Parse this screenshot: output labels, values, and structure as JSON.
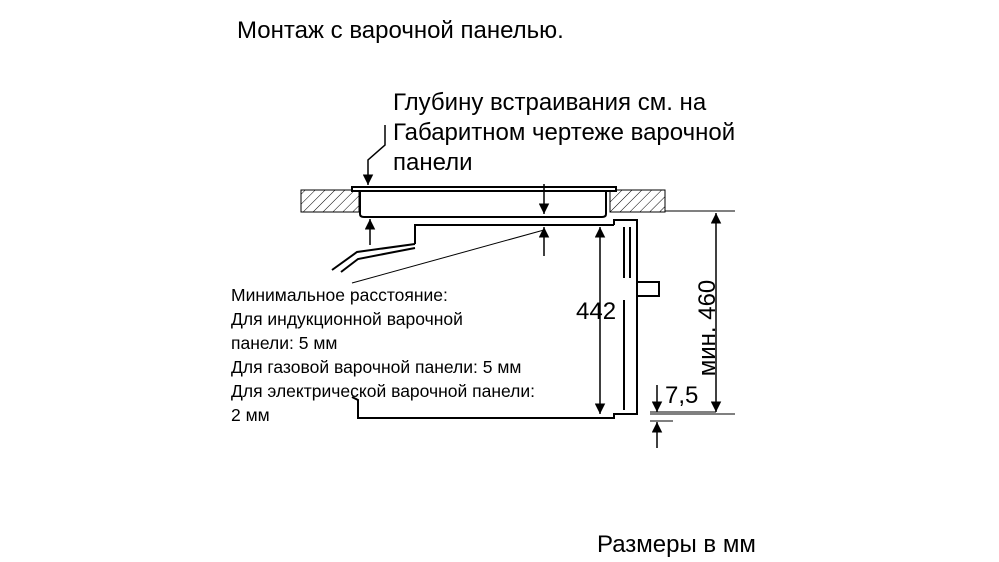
{
  "title": "Монтаж с варочной панелью.",
  "depth_note": {
    "lines": [
      "Глубину встраивания см. на",
      "Габаритном чертеже варочной",
      "панели"
    ]
  },
  "min_distance_note": {
    "lines": [
      "Минимальное расстояние:",
      "Для индукционной варочной",
      "панели: 5 мм",
      "Для газовой варочной панели: 5 мм",
      "Для электрической варочной панели:",
      "2 мм"
    ]
  },
  "dimensions": {
    "height_442": "442",
    "min_460": "мин. 460",
    "gap_7_5": "7,5"
  },
  "footnote": "Размеры в мм"
}
